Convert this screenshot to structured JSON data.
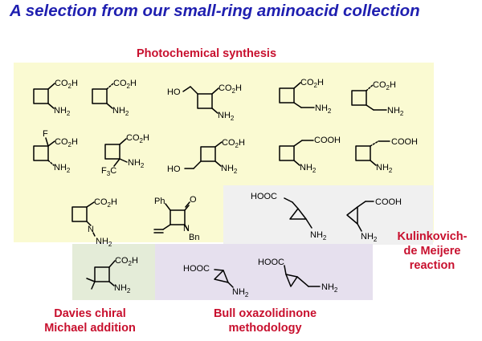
{
  "title": "A selection from our small-ring aminoacid collection",
  "sections": {
    "photochemical": "Photochemical synthesis",
    "kulinkovich": [
      "Kulinkovich-",
      "de Meijere",
      "reaction"
    ],
    "davies": [
      "Davies chiral",
      "Michael addition"
    ],
    "bull": [
      "Bull oxazolidinone",
      "methodology"
    ]
  },
  "colors": {
    "title": "#1f1fb0",
    "labels": "#c8102e",
    "photochemical_bg": "#fafad2",
    "kulinkovich_bg": "#f0f0f0",
    "davies_bg": "#e4ecd8",
    "bull_bg": "#e6e0ee"
  },
  "groups": {
    "co2h": [
      "CO",
      "2",
      "H"
    ],
    "nh2": [
      "NH",
      "2"
    ],
    "cooh": "COOH",
    "hooc": "HOOC",
    "ho": "HO",
    "f": "F",
    "f3c": [
      "F",
      "3",
      "C"
    ],
    "ph": "Ph",
    "o": "O",
    "n": "N",
    "bn": "Bn",
    "n_nh2": [
      "N",
      "NH",
      "2"
    ]
  }
}
